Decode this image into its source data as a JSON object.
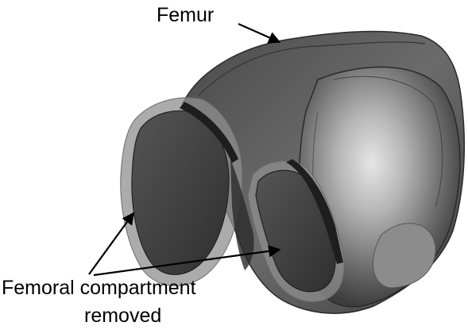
{
  "labels": {
    "femur": "Femur",
    "compartment_line1": "Femoral compartment",
    "compartment_line2": "removed"
  },
  "colors": {
    "background": "#ffffff",
    "bone_dark": "#3a3a3a",
    "bone_mid": "#6e6e6e",
    "bone_light": "#d9d9d9",
    "translucent_shell": "#8a8a8a",
    "outline": "#222222",
    "arrow": "#000000"
  }
}
